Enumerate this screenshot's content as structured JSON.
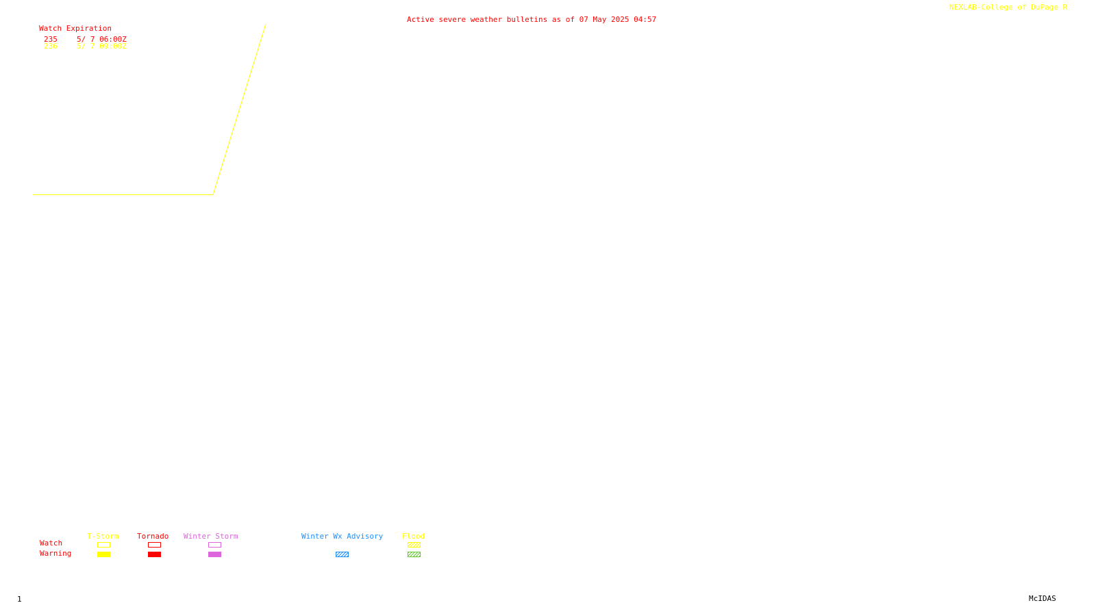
{
  "header": {
    "title": "Active severe weather bulletins as of 07 May 2025 04:57",
    "credit": "NEXLAB-College of DuPage R"
  },
  "watch_table": {
    "heading": "Watch Expiration",
    "rows": [
      {
        "id": "235",
        "expires": "5/ 7 06:00Z",
        "color": "#ff0000"
      },
      {
        "id": "236",
        "expires": "5/ 7 09:00Z",
        "color": "#ffff00"
      }
    ]
  },
  "legend": {
    "row_labels": {
      "watch": "Watch",
      "warning": "Warning"
    },
    "columns": [
      {
        "label": "T-Storm",
        "color": "#ffff00",
        "watch_style": "outline",
        "warning_style": "filled"
      },
      {
        "label": "Tornado",
        "color": "#ff0000",
        "watch_style": "outline",
        "warning_style": "filled"
      },
      {
        "label": "Winter Storm",
        "color": "#dd66dd",
        "watch_style": "outline",
        "warning_style": "filled"
      },
      {
        "label": "Winter Wx Advisory",
        "color": "#1e90ff",
        "watch_style": "none",
        "warning_style": "hatched"
      },
      {
        "label": "Flood",
        "color": "#ffff00",
        "watch_style": "hatched",
        "warning_style": "hatched-green"
      }
    ]
  },
  "footer": {
    "frame": "1",
    "software": "McIDAS"
  }
}
